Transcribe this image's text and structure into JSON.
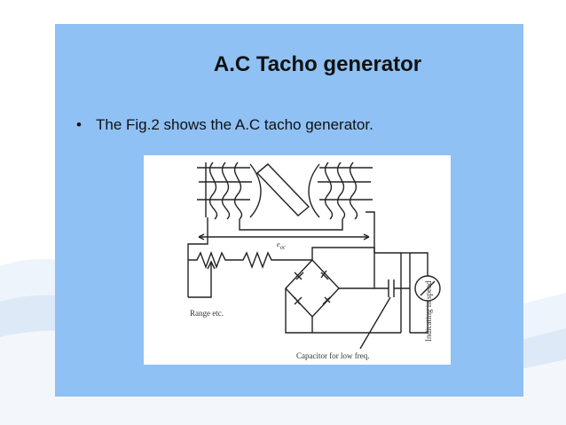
{
  "slide": {
    "title": "A.C Tacho generator",
    "bullet": "The Fig.2 shows  the A.C tacho generator."
  },
  "figure": {
    "label_range": "Range etc.",
    "label_capacitor": "Capacitor for low freq.",
    "label_indicating": "Indicating in speed",
    "label_eac": "e",
    "label_eac_sub": "ac"
  },
  "colors": {
    "slide_bg": "#8fc1f5",
    "wave": "#cfe0f2"
  }
}
